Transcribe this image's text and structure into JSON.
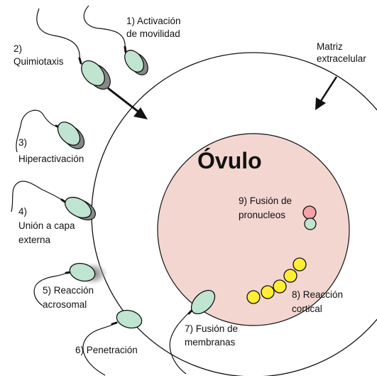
{
  "colors": {
    "egg_fill": "#f2d6cf",
    "sperm_head": "#bfe4cf",
    "cortical_granule": "#ffee33",
    "female_pronucleus": "#f4a3a8",
    "male_pronucleus": "#bfe4cf",
    "shadow": "#888888",
    "stroke": "#111111"
  },
  "title": "Óvulo",
  "matrix_label": [
    "Matriz",
    "extracelular"
  ],
  "steps": [
    {
      "lines": [
        "1) Activación",
        "de movilidad"
      ]
    },
    {
      "lines": [
        "2)",
        "Quimiotaxis"
      ]
    },
    {
      "lines": [
        "3)",
        "Hiperactivación"
      ]
    },
    {
      "lines": [
        "4)",
        "Unión a capa",
        "externa"
      ]
    },
    {
      "lines": [
        "5) Reacción",
        "acrosomal"
      ]
    },
    {
      "lines": [
        "6) Penetración"
      ]
    },
    {
      "lines": [
        "7) Fusión de",
        "membranas"
      ]
    },
    {
      "lines": [
        "8) Reacción",
        "cortical"
      ]
    },
    {
      "lines": [
        "9) Fusión de",
        "pronucleos"
      ]
    }
  ]
}
